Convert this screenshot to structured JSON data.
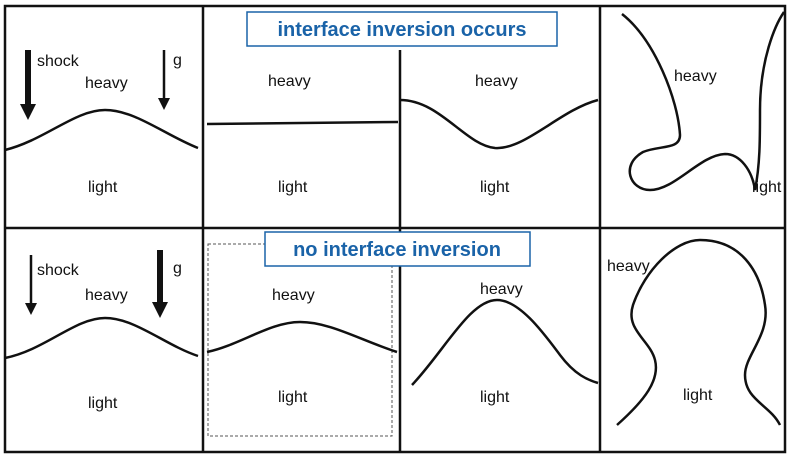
{
  "banners": {
    "top": "interface inversion occurs",
    "bottom": "no interface inversion"
  },
  "top_row": {
    "panel1": {
      "shock": "shock",
      "g": "g",
      "upper": "heavy",
      "lower": "light"
    },
    "panel2": {
      "upper": "heavy",
      "lower": "light"
    },
    "panel3": {
      "upper": "heavy",
      "lower": "light"
    },
    "panel4": {
      "upper": "heavy",
      "lower": "light"
    }
  },
  "bottom_row": {
    "panel1": {
      "shock": "shock",
      "g": "g",
      "upper": "heavy",
      "lower": "light"
    },
    "panel2": {
      "upper": "heavy",
      "lower": "light"
    },
    "panel3": {
      "upper": "heavy",
      "lower": "light"
    },
    "panel4": {
      "upper": "heavy",
      "lower": "light"
    }
  }
}
